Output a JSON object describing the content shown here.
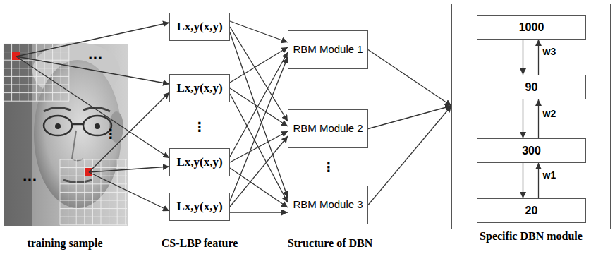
{
  "diagram": {
    "nodes": [
      {
        "text": [
          "Lx,y(x,y)"
        ]
      },
      {
        "text": [
          "Lx,y(x,y)"
        ]
      },
      {
        "text": [
          "Lx,y(x,y)"
        ]
      },
      {
        "text": [
          "Lx,y(x,y)"
        ]
      },
      {
        "text": [
          "RBM Module 1"
        ]
      },
      {
        "text": [
          "RBM Module 2"
        ]
      },
      {
        "text": [
          "RBM Module 3"
        ]
      },
      {
        "text": [
          "Specific DBN module"
        ]
      },
      {
        "text": [
          "1000"
        ],
        "in": 7
      },
      {
        "text": [
          "90"
        ],
        "in": 7
      },
      {
        "text": [
          "300"
        ],
        "in": 7
      },
      {
        "text": [
          "20"
        ],
        "in": 7
      }
    ],
    "edges": [
      {
        "from": 0,
        "to": 4,
        "arrow": "to"
      },
      {
        "from": 0,
        "to": 5,
        "arrow": "to"
      },
      {
        "from": 0,
        "to": 6,
        "arrow": "to"
      },
      {
        "from": 1,
        "to": 4,
        "arrow": "to"
      },
      {
        "from": 1,
        "to": 5,
        "arrow": "to"
      },
      {
        "from": 1,
        "to": 6,
        "arrow": "to"
      },
      {
        "from": 2,
        "to": 4,
        "arrow": "to"
      },
      {
        "from": 2,
        "to": 5,
        "arrow": "to"
      },
      {
        "from": 2,
        "to": 6,
        "arrow": "to"
      },
      {
        "from": 3,
        "to": 4,
        "arrow": "to"
      },
      {
        "from": 3,
        "to": 5,
        "arrow": "to"
      },
      {
        "from": 3,
        "to": 6,
        "arrow": "to"
      },
      {
        "from": 4,
        "to": 7,
        "arrow": "to"
      },
      {
        "from": 5,
        "to": 7,
        "arrow": "to"
      },
      {
        "from": 6,
        "to": 7,
        "arrow": "to"
      },
      {
        "from": 8,
        "to": 9,
        "arrow": "to"
      },
      {
        "from": 9,
        "to": 8,
        "label": "w3",
        "arrow": "to"
      },
      {
        "from": 9,
        "to": 10,
        "arrow": "to"
      },
      {
        "from": 10,
        "to": 9,
        "label": "w2",
        "arrow": "to"
      },
      {
        "from": 10,
        "to": 11,
        "arrow": "to"
      },
      {
        "from": 11,
        "to": 10,
        "label": "w1",
        "arrow": "to"
      }
    ],
    "labels": [
      "...",
      "⋮",
      "...",
      "⋮",
      "⋮",
      "training sample",
      "CS-LBP feature",
      "Structure of DBN"
    ]
  }
}
